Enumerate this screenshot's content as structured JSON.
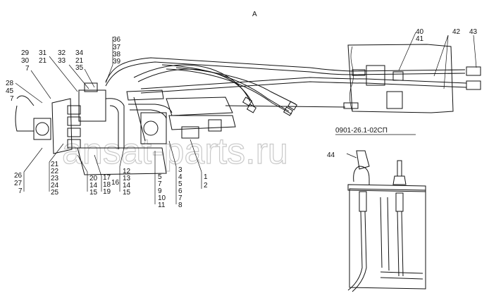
{
  "view_label": "А",
  "kit_code": "0901-26.1-02СП",
  "watermark": "ansat-parts.ru",
  "callouts": {
    "c36": "36",
    "c37": "37",
    "c38": "38",
    "c39": "39",
    "c29": "29",
    "c30": "30",
    "c7a": "7",
    "c31": "31",
    "c21a": "21",
    "c32": "32",
    "c33": "33",
    "c34": "34",
    "c21b": "21",
    "c35": "35",
    "c28": "28",
    "c45": "45",
    "c7b": "7",
    "c40": "40",
    "c41": "41",
    "c42": "42",
    "c43": "43",
    "c44": "44",
    "c26": "26",
    "c27": "27",
    "c7c": "7",
    "c21c": "21",
    "c22": "22",
    "c23": "23",
    "c24": "24",
    "c25": "25",
    "c20": "20",
    "c14a": "14",
    "c15a": "15",
    "c17": "17",
    "c18": "18",
    "c19": "19",
    "c16": "16",
    "c12": "12",
    "c13": "13",
    "c14b": "14",
    "c15b": "15",
    "c5a": "5",
    "c7d": "7",
    "c9": "9",
    "c10": "10",
    "c11": "11",
    "c3": "3",
    "c4": "4",
    "c5b": "5",
    "c6": "6",
    "c7e": "7",
    "c8": "8",
    "c1": "1",
    "c2": "2"
  }
}
